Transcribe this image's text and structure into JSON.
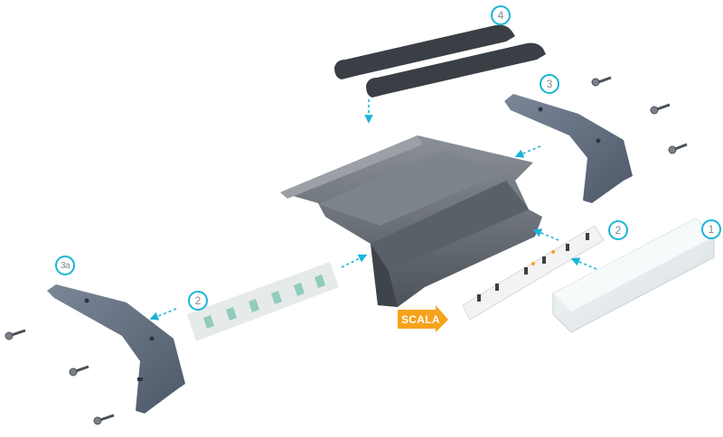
{
  "diagram": {
    "type": "exploded-assembly",
    "product_badge": "SCALA",
    "colors": {
      "callout_ring": "#19b5d8",
      "callout_text": "#8a8a8a",
      "arrow": "#19b5d8",
      "badge": "#f7a21b",
      "profile": "#6b7178",
      "end_cap": "#5f6b7a",
      "cover": "#e8eef0",
      "tape_print": "#7cc4b4"
    },
    "callouts": [
      {
        "id": "c4",
        "label": "4",
        "part": "cover-insert-strips"
      },
      {
        "id": "c3",
        "label": "3",
        "part": "end-cap-right"
      },
      {
        "id": "c3a",
        "label": "3a",
        "part": "end-cap-left"
      },
      {
        "id": "c2a",
        "label": "2",
        "part": "adhesive-tape"
      },
      {
        "id": "c2b",
        "label": "2",
        "part": "led-strip"
      },
      {
        "id": "c1",
        "label": "1",
        "part": "diffuser-cover"
      }
    ]
  }
}
